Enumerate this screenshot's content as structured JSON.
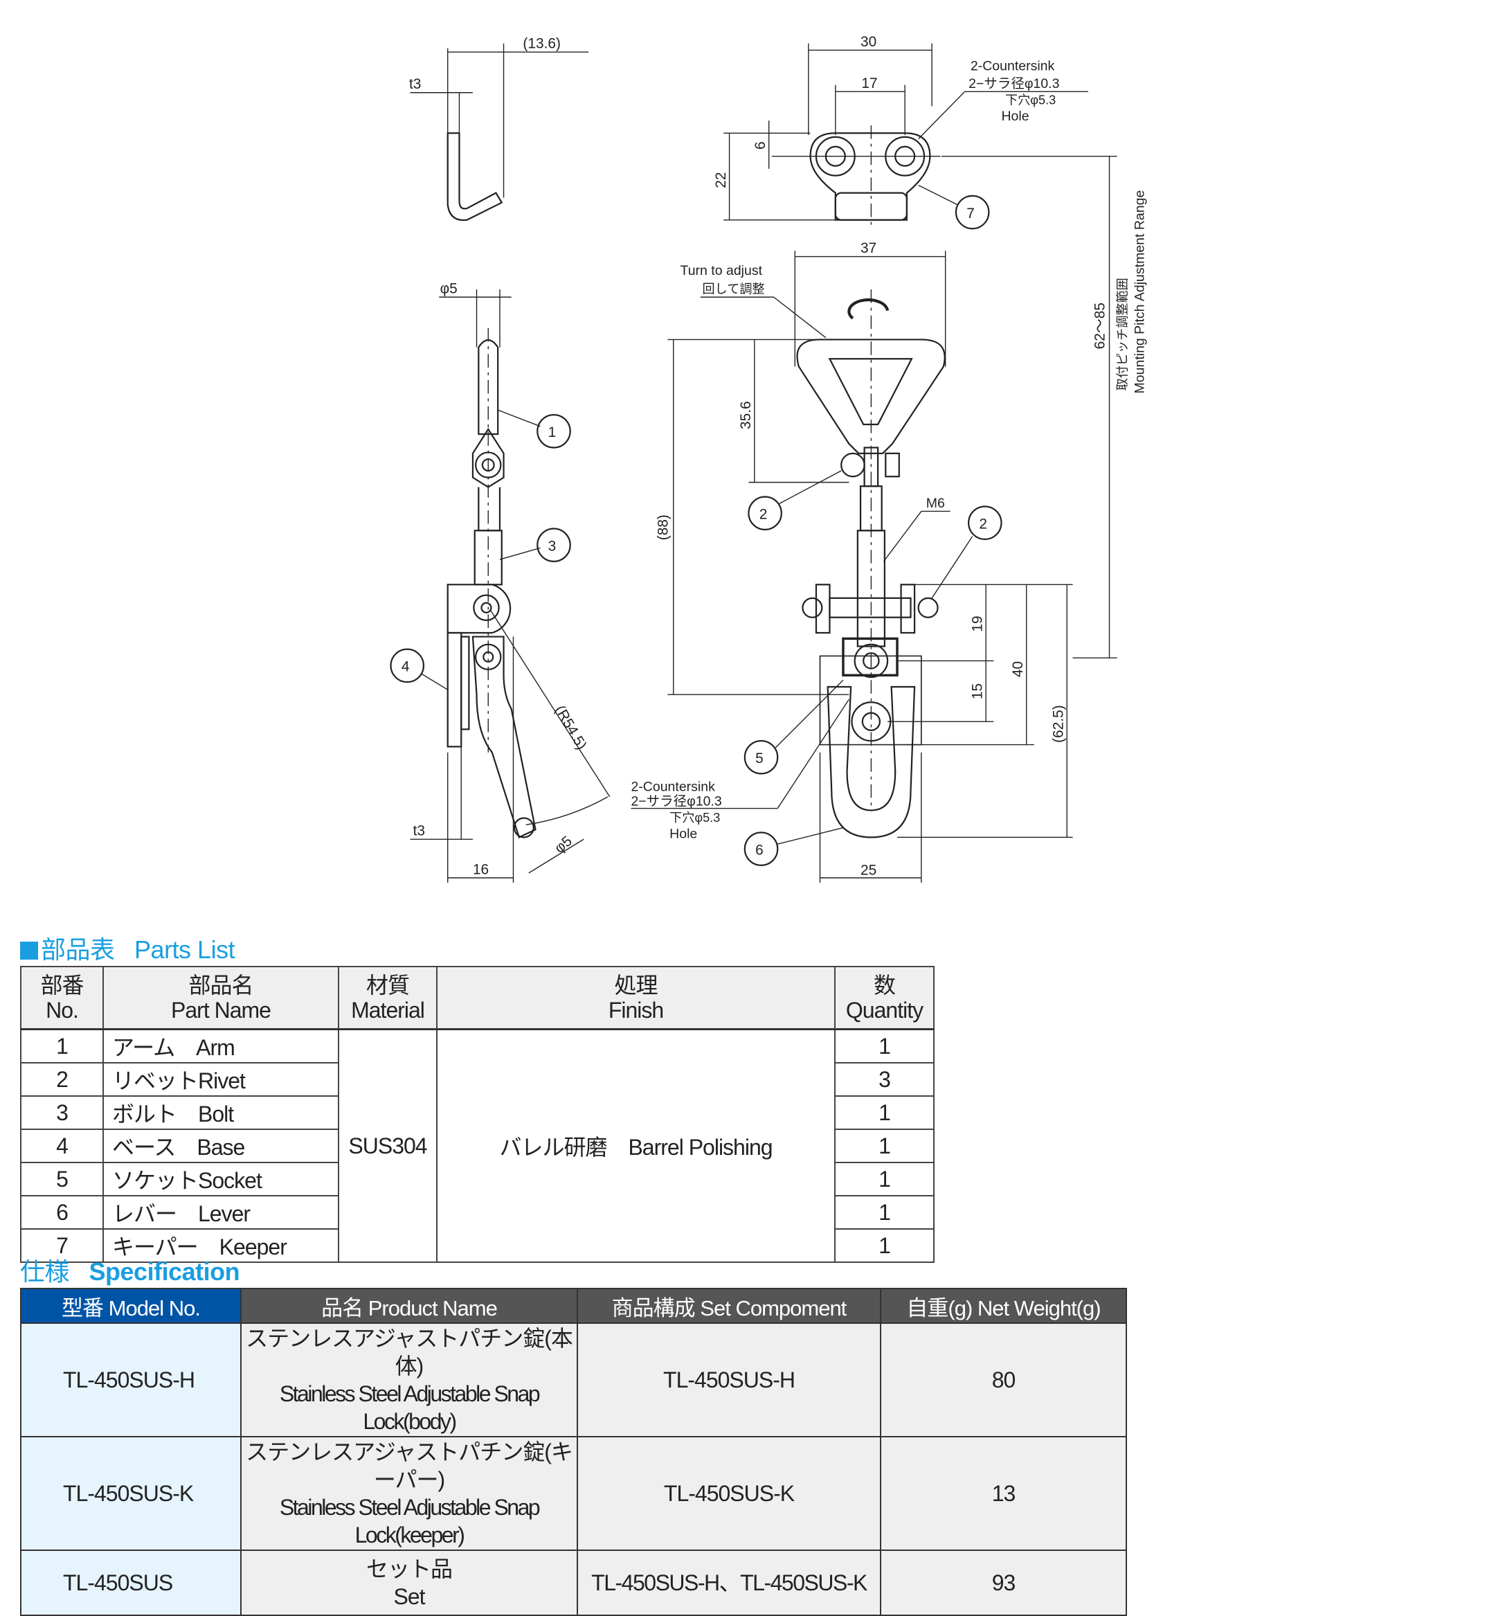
{
  "drawing": {
    "side_view": {
      "dim_13_6": "(13.6)",
      "dim_t3_top": "t3",
      "dim_phi5_top": "φ5",
      "dim_t3_bottom": "t3",
      "dim_16": "16",
      "dim_phi5_bottom": "φ5",
      "dim_r54_5": "(R54.5)",
      "callouts": [
        "1",
        "3",
        "4"
      ]
    },
    "keeper_view": {
      "dim_30": "30",
      "dim_17": "17",
      "dim_6": "6",
      "dim_22": "22",
      "countersink_1": "2-Countersink",
      "countersink_2": "2−サラ径φ10.3",
      "countersink_3": "下穴φ5.3",
      "countersink_4": "Hole",
      "callout": "7"
    },
    "front_view": {
      "dim_37": "37",
      "turn_en": "Turn to adjust",
      "turn_jp": "回して調整",
      "dim_35_6": "35.6",
      "dim_88": "(88)",
      "m6": "M6",
      "dim_19": "19",
      "dim_15": "15",
      "dim_40": "40",
      "dim_62_5": "(62.5)",
      "dim_25": "25",
      "dim_range": "62〜85",
      "range_jp": "取付ピッチ調整範囲",
      "range_en": "Mounting Pitch Adjustment Range",
      "countersink_1": "2-Countersink",
      "countersink_2": "2−サラ径φ10.3",
      "countersink_3": "下穴φ5.3",
      "countersink_4": "Hole",
      "callouts": [
        "2",
        "2",
        "5",
        "6"
      ]
    }
  },
  "parts_list": {
    "title_jp": "部品表",
    "title_en": "Parts List",
    "headers": [
      {
        "jp": "部番",
        "en": "No."
      },
      {
        "jp": "部品名",
        "en": "Part Name"
      },
      {
        "jp": "材質",
        "en": "Material"
      },
      {
        "jp": "処理",
        "en": "Finish"
      },
      {
        "jp": "数",
        "en": "Quantity"
      }
    ],
    "material": "SUS304",
    "finish": "バレル研磨　Barrel Polishing",
    "rows": [
      {
        "no": "1",
        "name": "アーム　Arm",
        "qty": "1"
      },
      {
        "no": "2",
        "name": "リベットRivet",
        "qty": "3"
      },
      {
        "no": "3",
        "name": "ボルト　Bolt",
        "qty": "1"
      },
      {
        "no": "4",
        "name": "ベース　Base",
        "qty": "1"
      },
      {
        "no": "5",
        "name": "ソケットSocket",
        "qty": "1"
      },
      {
        "no": "6",
        "name": "レバー　Lever",
        "qty": "1"
      },
      {
        "no": "7",
        "name": "キーパー　Keeper",
        "qty": "1"
      }
    ]
  },
  "specification": {
    "title_jp": "仕様",
    "title_en": "Specification",
    "headers": [
      "型番 Model No.",
      "品名 Product Name",
      "商品構成 Set Compoment",
      "自重(g) Net Weight(g)"
    ],
    "rows": [
      {
        "model": "TL-450SUS-H",
        "name_jp": "ステンレスアジャストパチン錠(本体)",
        "name_en": "Stainless Steel Adjustable Snap Lock(body)",
        "set": "TL-450SUS-H",
        "weight": "80"
      },
      {
        "model": "TL-450SUS-K",
        "name_jp": "ステンレスアジャストパチン錠(キーパー)",
        "name_en": "Stainless Steel Adjustable Snap Lock(keeper)",
        "set": "TL-450SUS-K",
        "weight": "13"
      },
      {
        "model": "TL-450SUS",
        "name_jp": "セット品",
        "name_en": "Set",
        "set": "TL-450SUS-H、TL-450SUS-K",
        "weight": "93"
      }
    ]
  },
  "colors": {
    "accent": "#1a9ee0",
    "header_blue": "#0054a6",
    "header_gray": "#555555",
    "model_bg": "#e6f4fd"
  }
}
